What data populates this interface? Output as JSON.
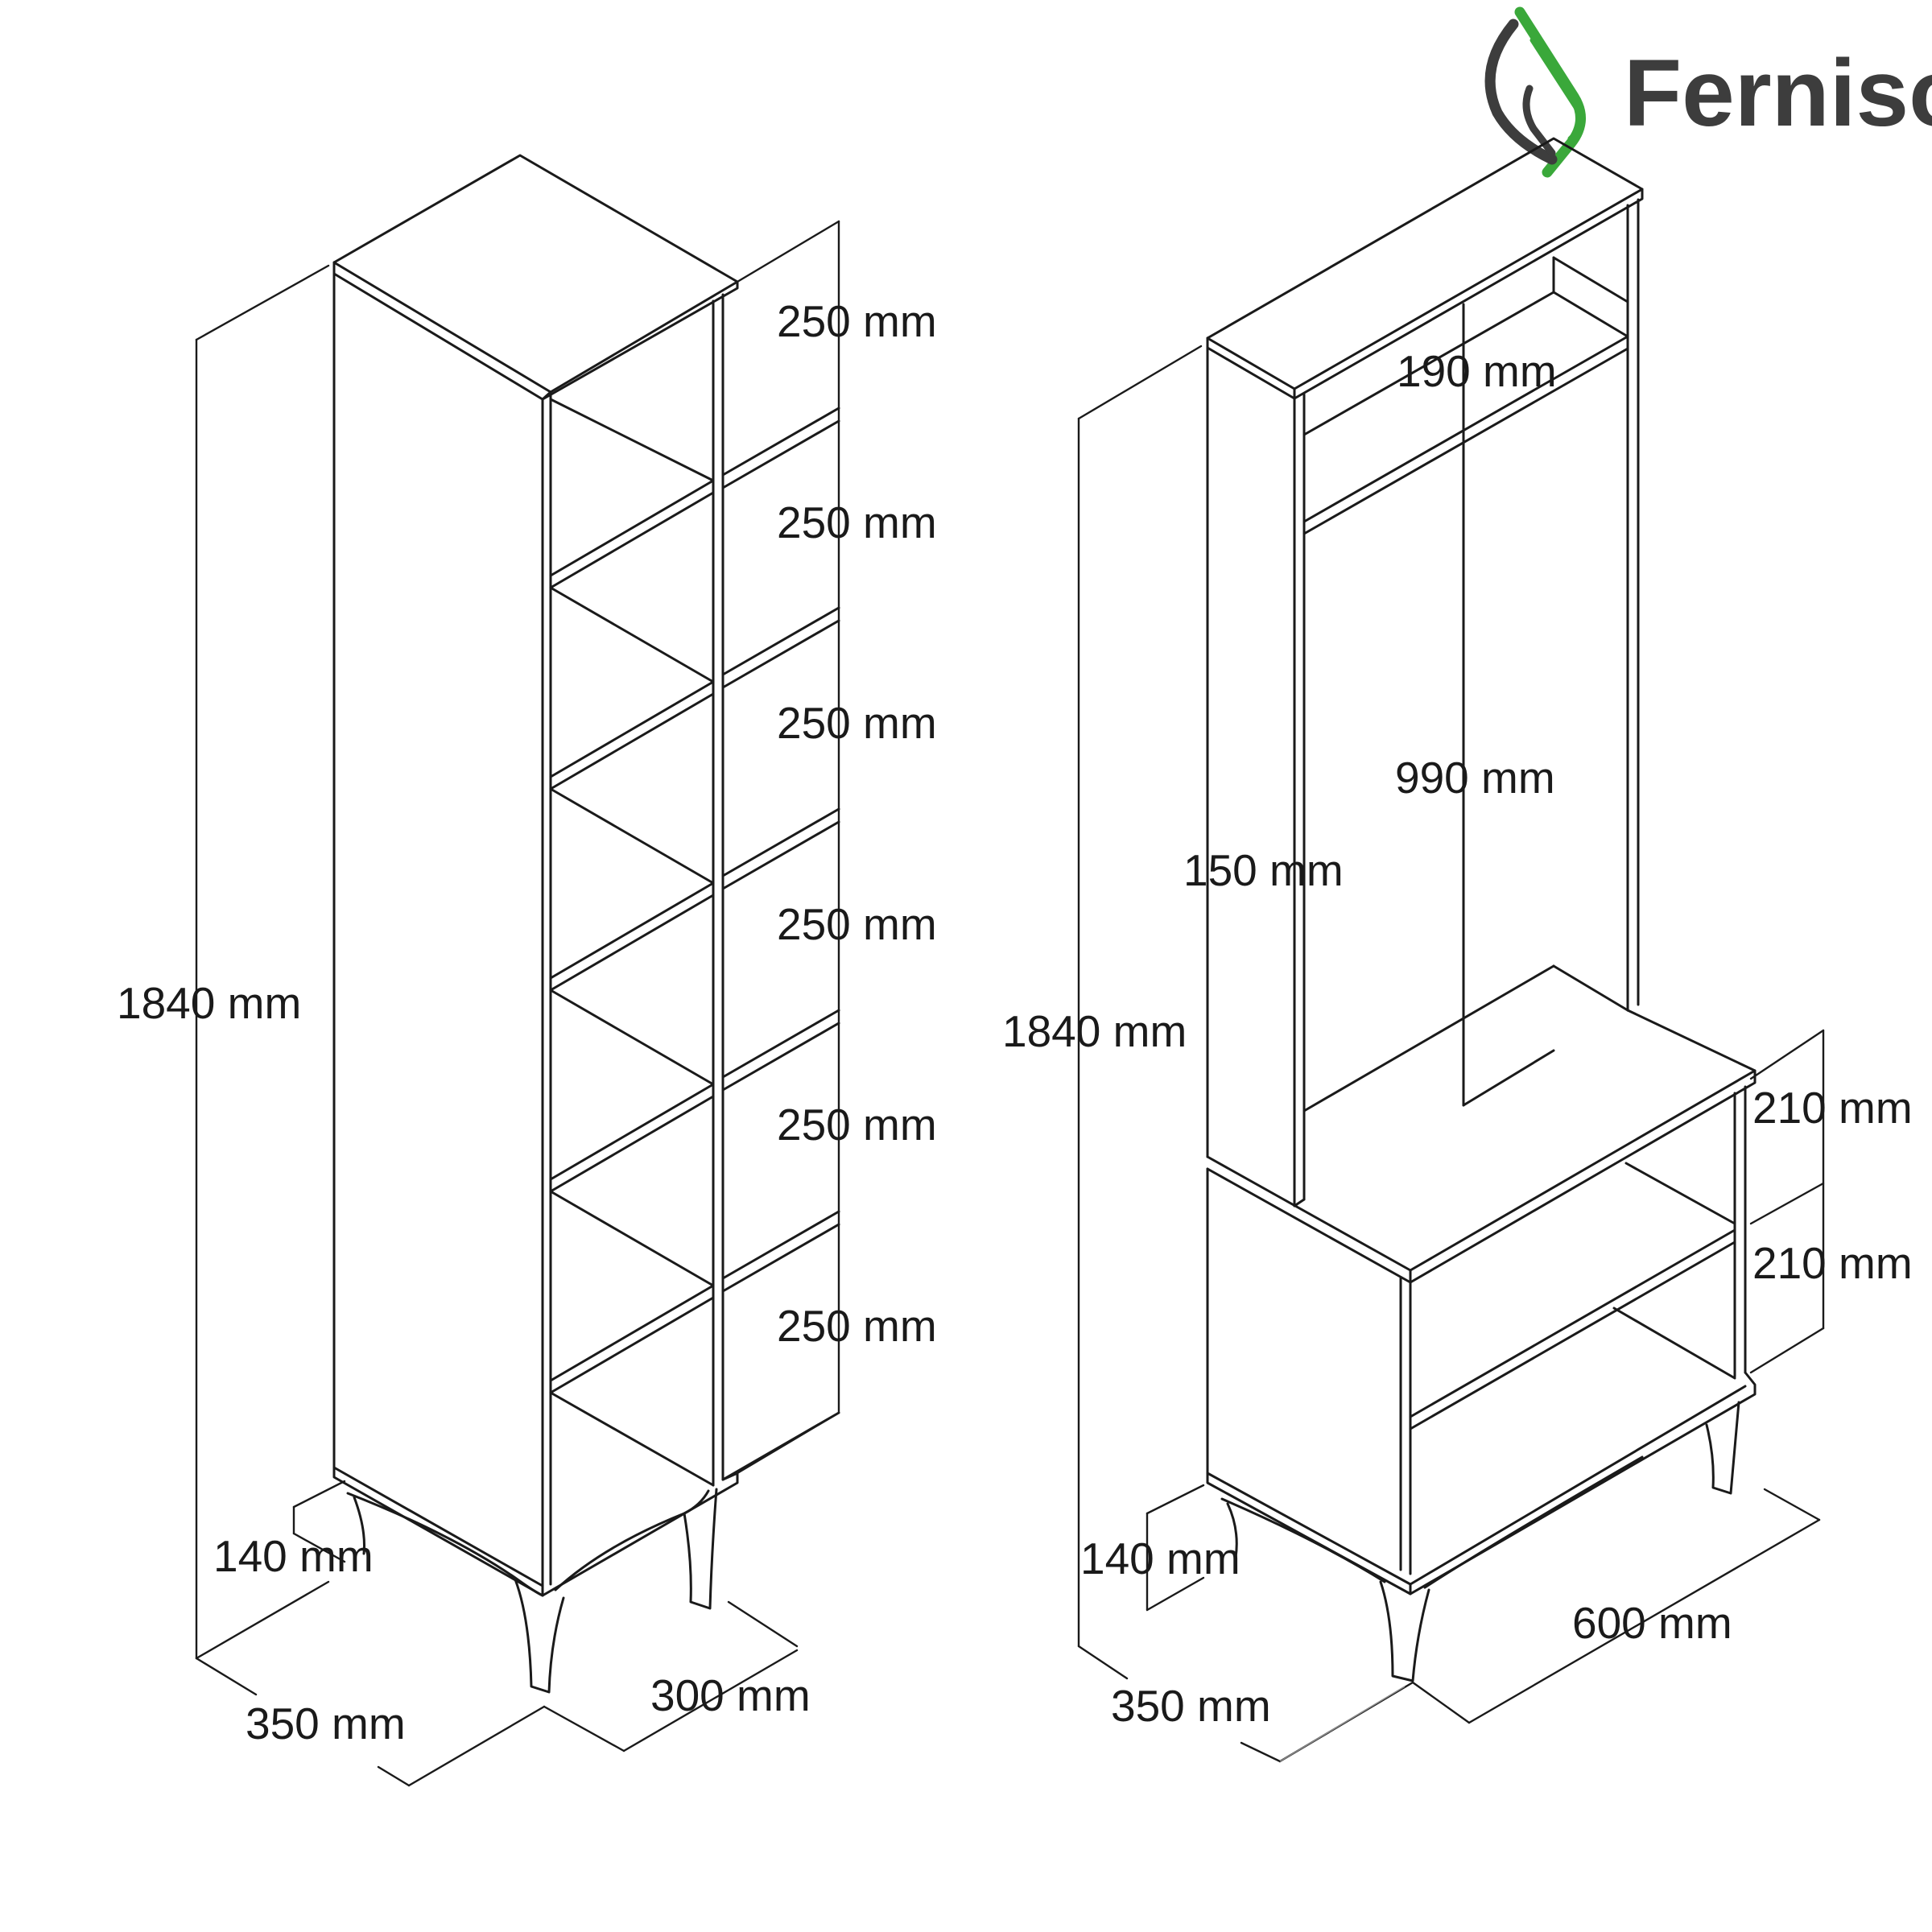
{
  "brand": {
    "name": "Ferniso",
    "colors": {
      "logo_green": "#3aa83a",
      "logo_dark": "#3d3d3d",
      "line": "#1a1a1a"
    }
  },
  "left_unit": {
    "shelf_heights": [
      "250 mm",
      "250 mm",
      "250 mm",
      "250 mm",
      "250 mm",
      "250 mm"
    ],
    "total_height": "1840 mm",
    "leg_height": "140 mm",
    "width": "350 mm",
    "depth": "300 mm"
  },
  "right_unit": {
    "upper_shelf": "190 mm",
    "hanging_height": "990 mm",
    "side_panel": "150 mm",
    "total_height": "1840 mm",
    "lower_shelf_1": "210 mm",
    "lower_shelf_2": "210 mm",
    "leg_height": "140 mm",
    "width": "600 mm",
    "depth": "350 mm"
  }
}
